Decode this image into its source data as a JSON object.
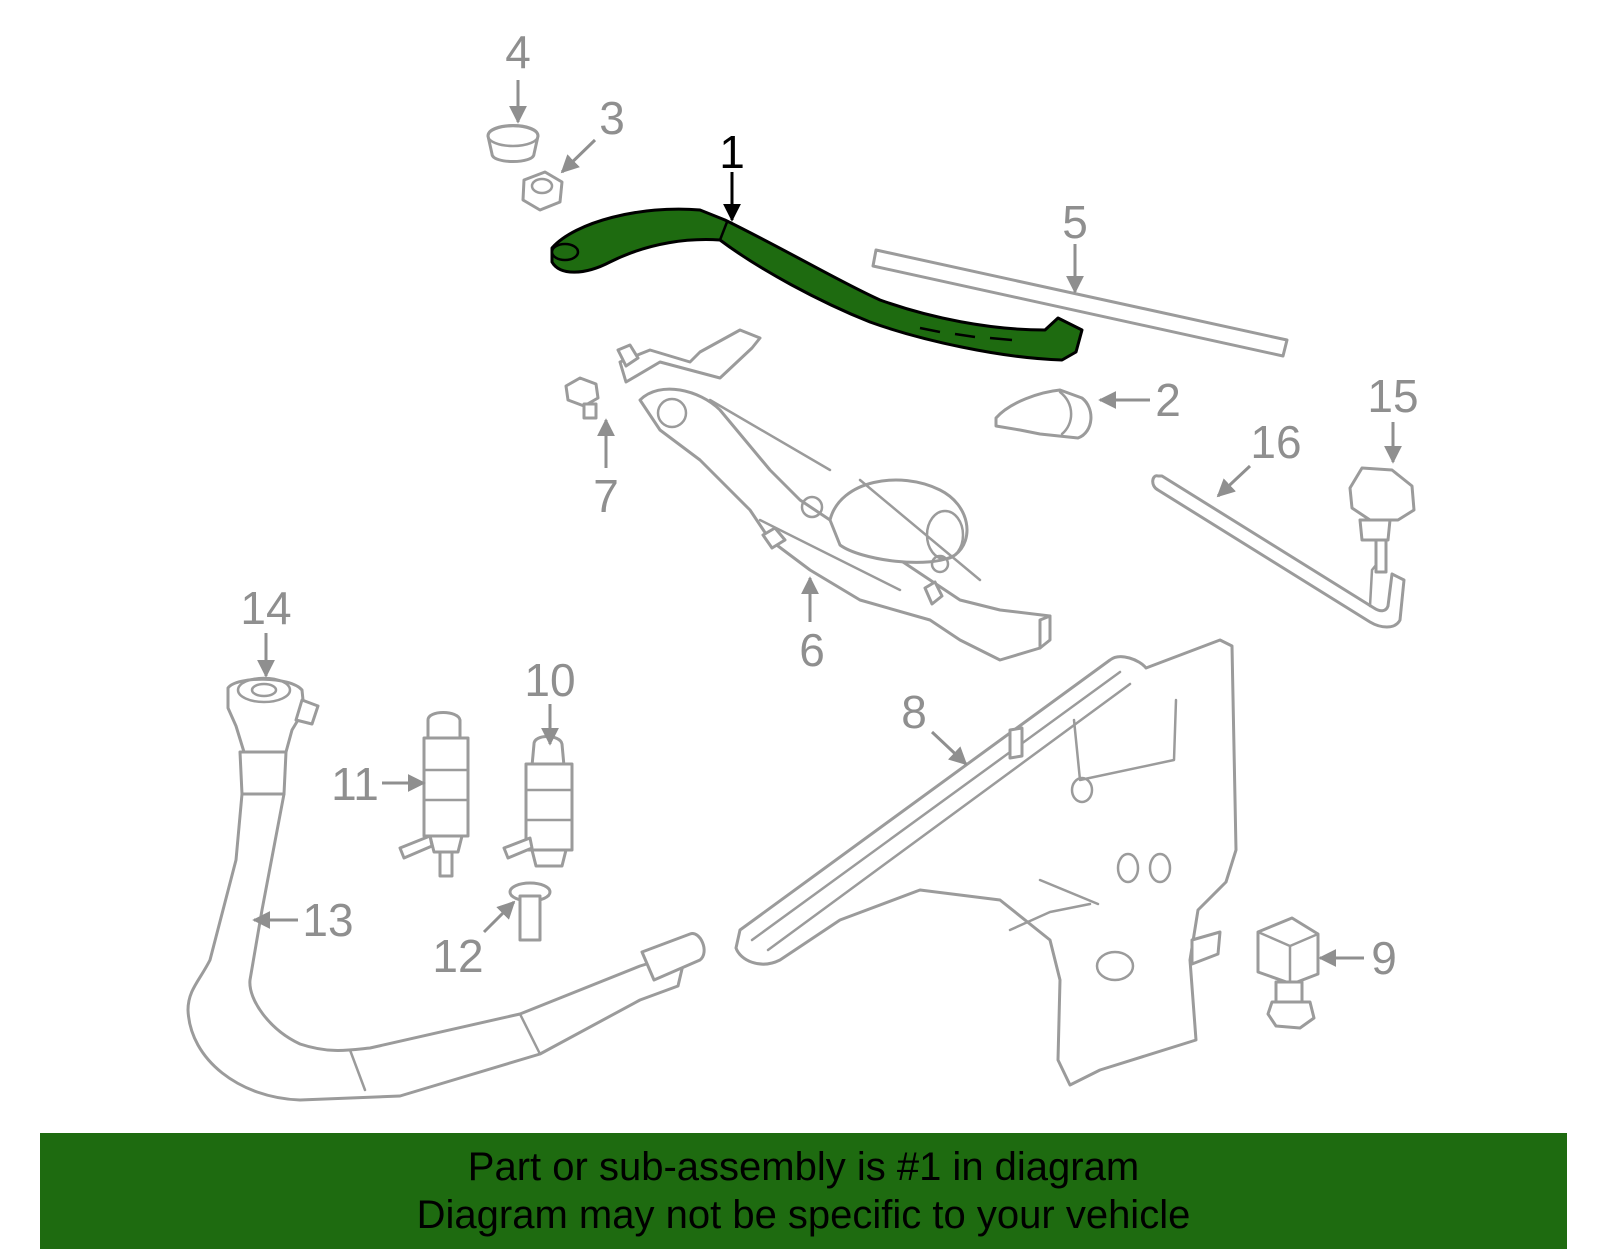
{
  "diagram": {
    "callouts": {
      "c1": "1",
      "c2": "2",
      "c3": "3",
      "c4": "4",
      "c5": "5",
      "c6": "6",
      "c7": "7",
      "c8": "8",
      "c9": "9",
      "c10": "10",
      "c11": "11",
      "c12": "12",
      "c13": "13",
      "c14": "14",
      "c15": "15",
      "c16": "16"
    },
    "highlighted_part": "1"
  },
  "banner": {
    "line1": "Part or sub-assembly is #1 in diagram",
    "line2": "Diagram may not be specific to your vehicle"
  },
  "colors": {
    "highlight_fill": "#1e6b10",
    "part_stroke": "#9b9b9b",
    "callout_text": "#8f8f8f",
    "active_callout": "#000000",
    "banner_bg": "#1e6b10"
  }
}
